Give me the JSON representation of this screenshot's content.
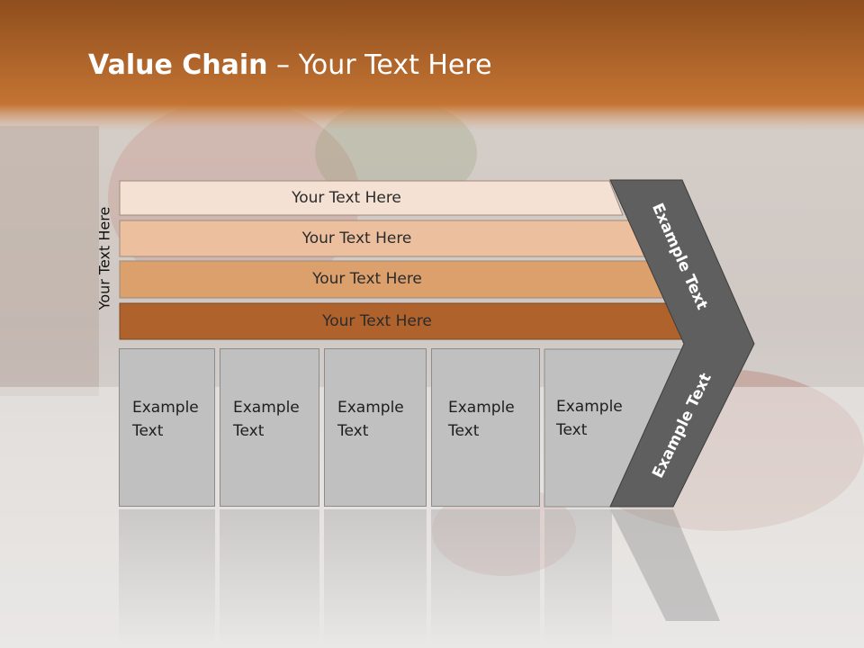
{
  "slide": {
    "title_bold": "Value Chain",
    "title_rest": " – Your Text Here",
    "vertical_label": "Your Text Here",
    "bars": [
      {
        "label": "Your Text Here",
        "color": "#f4e1d3"
      },
      {
        "label": "Your Text Here",
        "color": "#ecc09e"
      },
      {
        "label": "Your Text Here",
        "color": "#dca06d"
      },
      {
        "label": "Your Text Here",
        "color": "#b0622c"
      }
    ],
    "boxes": [
      {
        "line1": "Example",
        "line2": "Text"
      },
      {
        "line1": "Example",
        "line2": "Text"
      },
      {
        "line1": "Example",
        "line2": "Text"
      },
      {
        "line1": "Example",
        "line2": "Text"
      },
      {
        "line1": "Example",
        "line2": "Text"
      }
    ],
    "chevron_top_label": "Example Text",
    "chevron_bottom_label": "Example Text",
    "colors": {
      "header": "#b8692c",
      "chevron": "#5f5f5f",
      "box": "#c0c0c0"
    }
  }
}
